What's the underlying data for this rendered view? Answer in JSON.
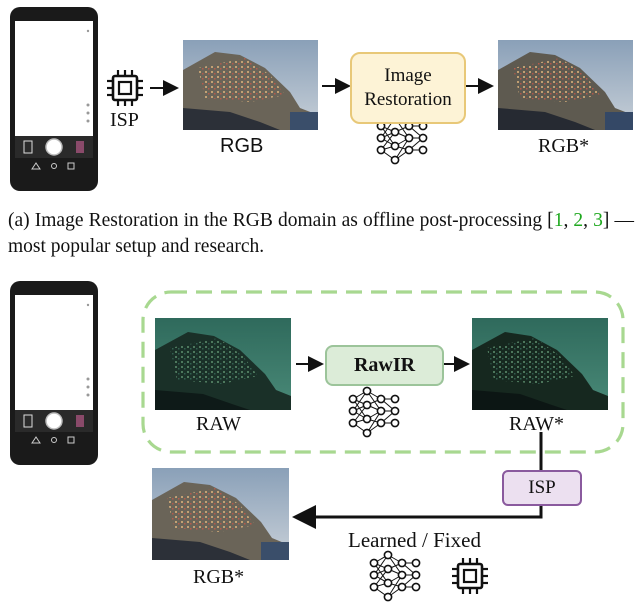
{
  "panel_a": {
    "isp_label": "ISP",
    "input_label": "RGB",
    "restore_box": [
      "Image",
      "Restoration"
    ],
    "output_label": "RGB*",
    "caption": {
      "prefix": "(a) Image Restoration in the RGB domain as offline post-processing [",
      "cites": [
        "1",
        "2",
        "3"
      ],
      "sep": ", ",
      "suffix": "] — most popular setup and research."
    }
  },
  "panel_b": {
    "input_label": "RAW",
    "rawir_label": "RawIR",
    "output_label": "RAW*",
    "isp_label": "ISP",
    "final_label": "RGB*",
    "learned_label": "Learned / Fixed"
  },
  "colors": {
    "restore_fill": "#fdf3d6",
    "restore_border": "#e8c878",
    "rawir_fill": "#dcecd8",
    "rawir_border": "#9cc49a",
    "isp_fill": "#ece0f0",
    "isp_border": "#8a5a9e",
    "dashed": "#a8d890"
  }
}
